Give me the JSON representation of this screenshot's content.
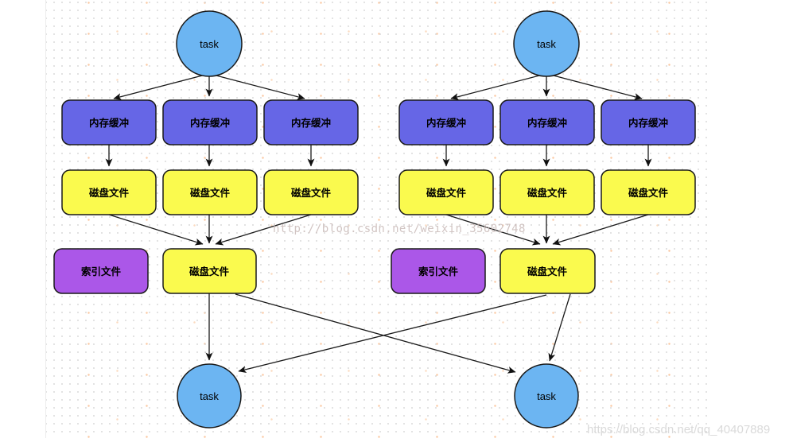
{
  "watermarks": {
    "center": "http://blog.csdn.net/weixin_35602748",
    "bottom_right": "https://blog.csdn.net/qq_40407889"
  },
  "diagram": {
    "type": "flowchart",
    "description": "Two parallel sort/merge flows: a task writes into three memory buffers, each buffer is flushed to a disk file, the disk files are merged into one disk file (with an index file beside it), and the merged files are read by two downstream tasks (crossing arrows).",
    "colors": {
      "task_fill": "#6cb5f2",
      "memory_buffer_fill": "#6666e6",
      "disk_file_fill": "#fafa4e",
      "index_file_fill": "#ab57e8",
      "stroke": "#1a1a1a"
    },
    "groups": [
      {
        "name": "left-flow",
        "source_task": "task",
        "memory_buffers": [
          "内存缓冲",
          "内存缓冲",
          "内存缓冲"
        ],
        "disk_files": [
          "磁盘文件",
          "磁盘文件",
          "磁盘文件"
        ],
        "index_file": "索引文件",
        "merged_disk_file": "磁盘文件",
        "sink_task": "task"
      },
      {
        "name": "right-flow",
        "source_task": "task",
        "memory_buffers": [
          "内存缓冲",
          "内存缓冲",
          "内存缓冲"
        ],
        "disk_files": [
          "磁盘文件",
          "磁盘文件",
          "磁盘文件"
        ],
        "index_file": "索引文件",
        "merged_disk_file": "磁盘文件",
        "sink_task": "task"
      }
    ]
  }
}
